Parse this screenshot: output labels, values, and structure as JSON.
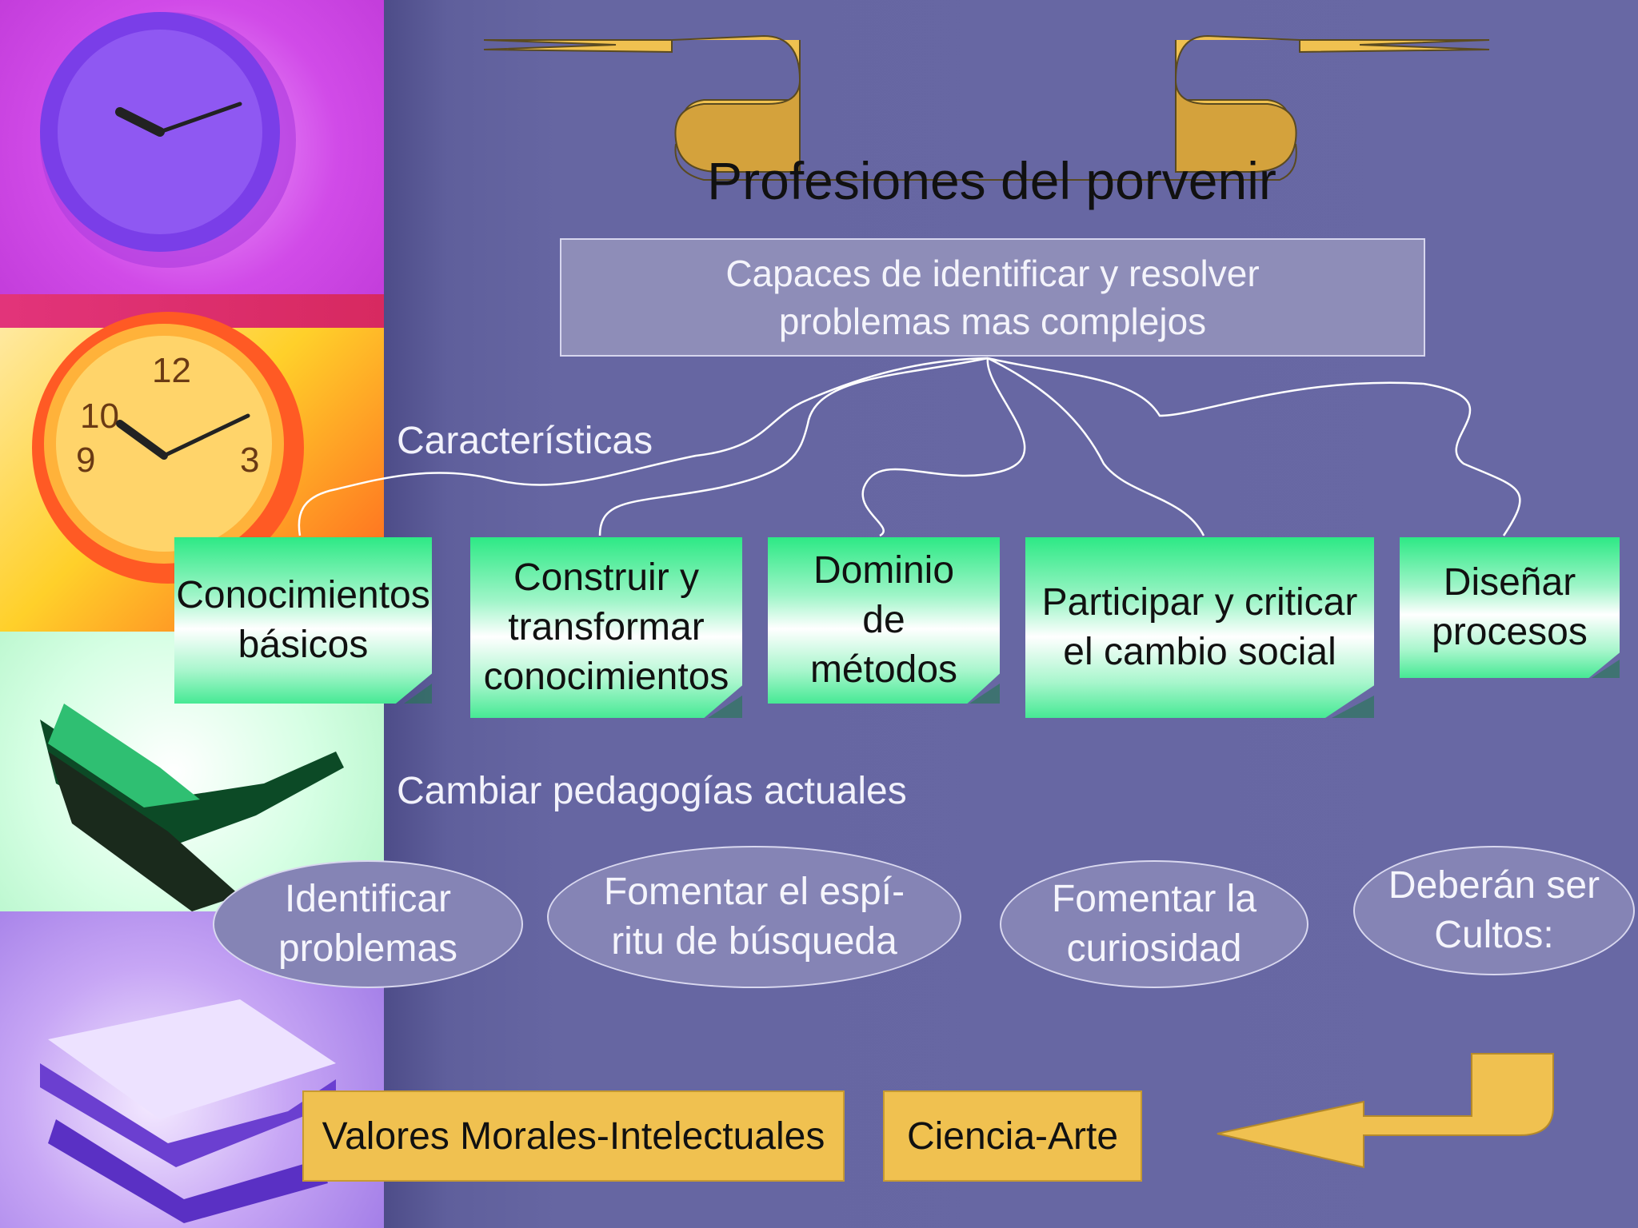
{
  "title": "Profesiones del porvenir",
  "main_box": {
    "line1": "Capaces de identificar y resolver",
    "line2": "problemas mas complejos"
  },
  "labels": {
    "characteristics": "Características",
    "change": "Cambiar pedagogías actuales"
  },
  "characteristics": [
    {
      "lines": [
        "Conocimientos",
        "básicos"
      ]
    },
    {
      "lines": [
        "Construir y",
        "transformar",
        "conocimientos"
      ]
    },
    {
      "lines": [
        "Dominio",
        "de",
        "métodos"
      ]
    },
    {
      "lines": [
        "Participar y criticar",
        "el cambio social"
      ]
    },
    {
      "lines": [
        "Diseñar",
        "procesos"
      ]
    }
  ],
  "pedagogies": [
    {
      "lines": [
        "Identificar",
        "problemas"
      ]
    },
    {
      "lines": [
        "Fomentar el espí-",
        "ritu de búsqueda"
      ]
    },
    {
      "lines": [
        "Fomentar la",
        "curiosidad"
      ]
    },
    {
      "lines": [
        "Deberán ser",
        "Cultos:"
      ]
    }
  ],
  "values": {
    "left": "Valores Morales-Intelectuales",
    "right": "Ciencia-Arte"
  },
  "colors": {
    "background": "#6666a2",
    "gold": "#f0c150",
    "green": "#2de985",
    "oval": "#8584b5"
  }
}
